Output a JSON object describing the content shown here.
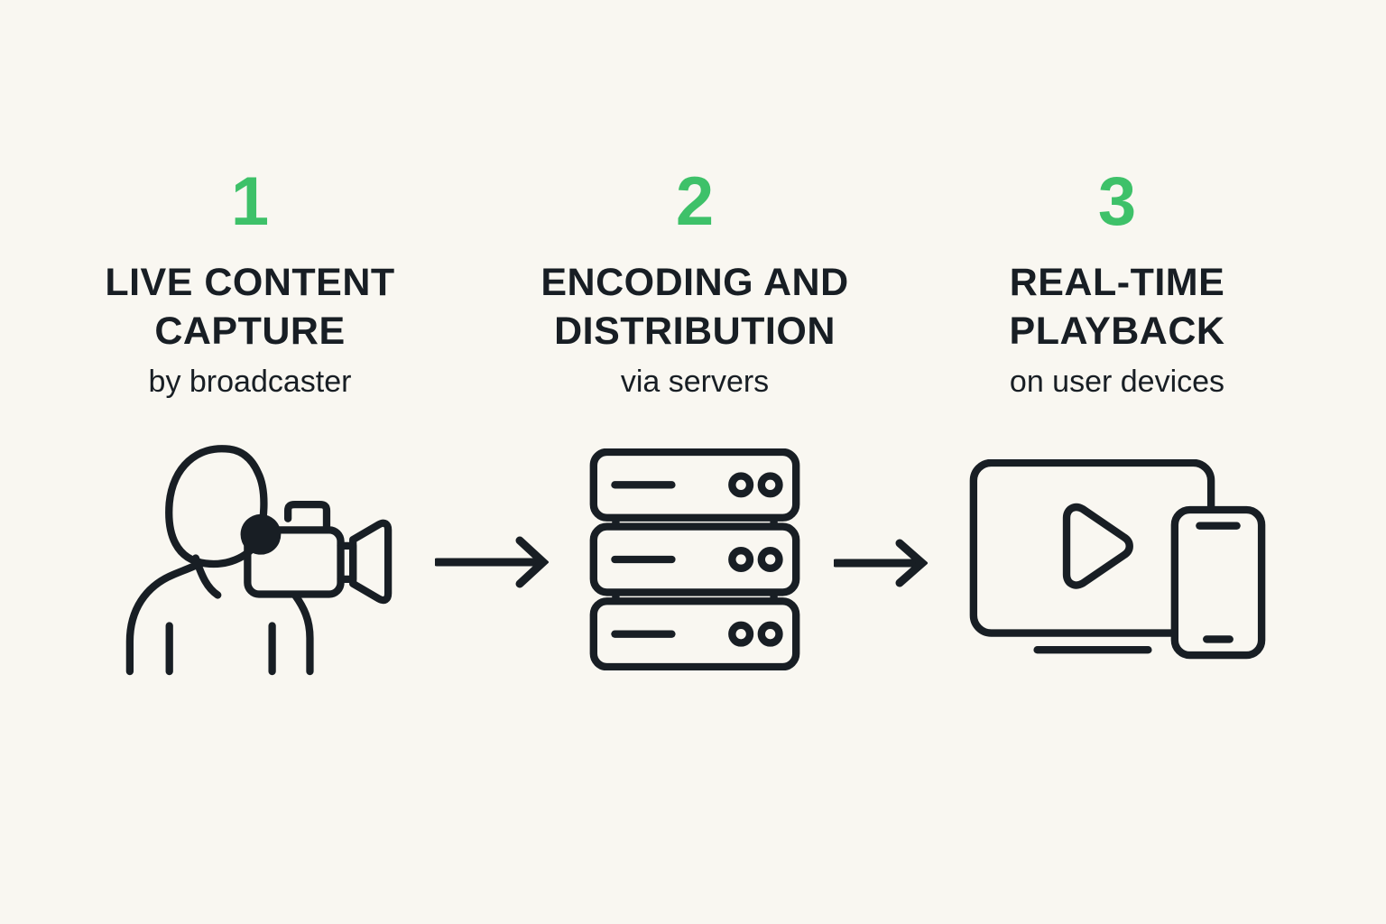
{
  "meta": {
    "description": "Three-step live streaming process infographic"
  },
  "colors": {
    "background": "#f9f7f1",
    "ink": "#181e24",
    "accent": "#3ec169"
  },
  "steps": [
    {
      "number": "1",
      "title_line1": "LIVE CONTENT",
      "title_line2": "CAPTURE",
      "subtitle": "by broadcaster",
      "icon": "broadcaster-camera-icon"
    },
    {
      "number": "2",
      "title_line1": "ENCODING AND",
      "title_line2": "DISTRIBUTION",
      "subtitle": "via servers",
      "icon": "server-stack-icon"
    },
    {
      "number": "3",
      "title_line1": "REAL-TIME",
      "title_line2": "PLAYBACK",
      "subtitle": "on user devices",
      "icon": "devices-playback-icon"
    }
  ],
  "connectors": [
    {
      "icon": "arrow-right-icon"
    },
    {
      "icon": "arrow-right-icon"
    }
  ]
}
